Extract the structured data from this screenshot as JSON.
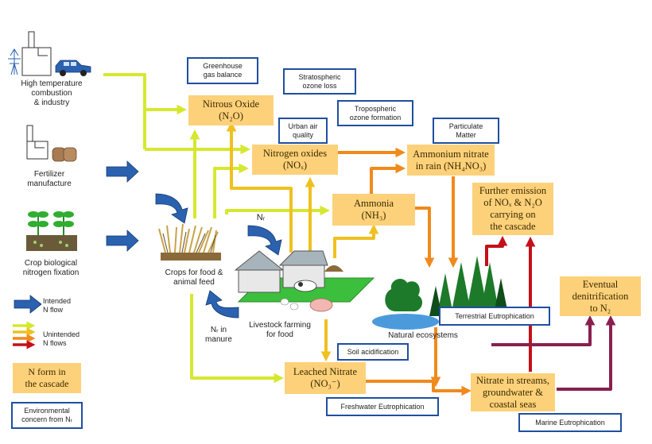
{
  "nforms": {
    "nitrous_oxide": {
      "line1": "Nitrous Oxide",
      "line2": "(N₂O)"
    },
    "nitrogen_oxides": {
      "line1": "Nitrogen oxides",
      "line2": "(NOₓ)"
    },
    "ammonium_nitrate": {
      "line1": "Ammonium nitrate",
      "line2": "in rain (NH₄NO₃)"
    },
    "ammonia": {
      "line1": "Ammonia",
      "line2": "(NH₃)"
    },
    "further_emission": {
      "line1": "Further emission",
      "line2": "of NOₓ & N₂O",
      "line3": "carrying on",
      "line4": "the cascade"
    },
    "eventual_denitrification": {
      "line1": "Eventual",
      "line2": "denitrification",
      "line3": "to N₂"
    },
    "leached_nitrate": {
      "line1": "Leached Nitrate",
      "line2": "(NO₃⁻)"
    },
    "nitrate_streams": {
      "line1": "Nitrate in streams,",
      "line2": "groundwater &",
      "line3": "coastal seas"
    }
  },
  "concerns": {
    "greenhouse": {
      "line1": "Greenhouse",
      "line2": "gas balance"
    },
    "stratospheric": {
      "line1": "Stratospheric",
      "line2": "ozone  loss"
    },
    "tropospheric": {
      "line1": "Tropospheric",
      "line2": "ozone  formation"
    },
    "urban_air": {
      "line1": "Urban air",
      "line2": "quality"
    },
    "particulate": {
      "line1": "Particulate",
      "line2": "Matter"
    },
    "terrestrial": "Terrestrial Eutrophication",
    "soil": "Soil acidification",
    "freshwater": "Freshwater Eutrophication",
    "marine": "Marine  Eutrophication"
  },
  "sources": {
    "combustion": {
      "line1": "High  temperature",
      "line2": "combustion",
      "line3": "& industry"
    },
    "fertilizer": {
      "line1": "Fertilizer",
      "line2": "manufacture"
    },
    "fixation": {
      "line1": "Crop  biological",
      "line2": "nitrogen fixation"
    }
  },
  "labels": {
    "crops": {
      "line1": "Crops for food &",
      "line2": "animal feed"
    },
    "livestock": {
      "line1": "Livestock farming",
      "line2": "for food"
    },
    "nr_top": "Nᵣ",
    "nr_manure": {
      "line1": "Nᵣ in",
      "line2": "manure"
    },
    "ecosystems": "Natural ecosystems"
  },
  "legend": {
    "intended": {
      "line1": "Intended",
      "line2": "N  flow"
    },
    "unintended": {
      "line1": "Unintended",
      "line2": "N  flows"
    },
    "nform": {
      "line1": "N form in",
      "line2": "the cascade"
    },
    "concern": {
      "line1": "Environmental",
      "line2": "concern from Nᵣ"
    }
  },
  "colors": {
    "intended": "#2a62b0",
    "unintended_lime": "#d5e830",
    "unintended_yellow": "#f0c020",
    "unintended_orange": "#f08a1c",
    "unintended_red": "#c4101a",
    "unintended_purple": "#8a1f4e",
    "nform_fill": "#fdd17a",
    "concern_border": "#1f4fa0"
  }
}
